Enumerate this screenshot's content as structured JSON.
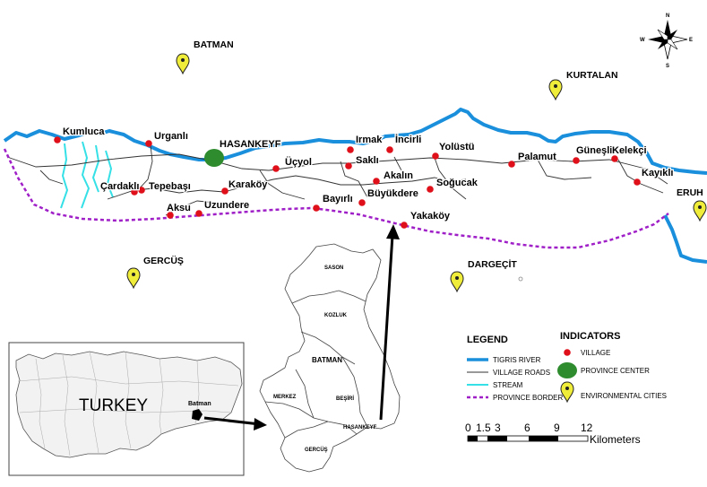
{
  "cities": [
    {
      "name": "BATMAN"
    },
    {
      "name": "KURTALAN"
    },
    {
      "name": "ERUH"
    },
    {
      "name": "GERCÜŞ"
    },
    {
      "name": "DARGEÇİT"
    }
  ],
  "center": {
    "name": "HASANKEYF"
  },
  "villages": [
    "Kumluca",
    "Urganlı",
    "Irmak",
    "İncirli",
    "Yolüstü",
    "Güneşli",
    "Kelekçi",
    "Kayıklı",
    "Üçyol",
    "Saklı",
    "Akalın",
    "Palamut",
    "Soğucak",
    "Büyükdere",
    "Bayırlı",
    "Yakaköy",
    "Karaköy",
    "Uzundere",
    "Aksu",
    "Tepebaşı",
    "Çardaklı"
  ],
  "inset_province": {
    "districts": [
      "SASON",
      "KOZLUK",
      "BATMAN",
      "MERKEZ",
      "BEŞİRİ",
      "HASANKEYF",
      "GERCÜŞ"
    ]
  },
  "inset_country": {
    "country": "TURKEY",
    "marker": "Batman"
  },
  "legend": {
    "title": "LEGEND",
    "items": [
      "TIGRIS RIVER",
      "VILLAGE ROADS",
      "STREAM",
      "PROVINCE BORDER"
    ],
    "colors": {
      "river": "#1a8fdc",
      "road": "#333333",
      "stream": "#35e0e6",
      "border": "#a020c8"
    }
  },
  "indicators": {
    "title": "INDICATORS",
    "items": [
      "VILLAGE",
      "PROVINCE CENTER",
      "ENVIRONMENTAL CITIES"
    ],
    "colors": {
      "village": "#e0101a",
      "center": "#2e8b2e",
      "pin": "#f0ec3a"
    }
  },
  "scale": {
    "ticks": [
      "0",
      "1.5",
      "3",
      "6",
      "9",
      "12"
    ],
    "unit": "Kilometers"
  },
  "compass": {
    "n": "N",
    "s": "S",
    "e": "E",
    "w": "W"
  }
}
